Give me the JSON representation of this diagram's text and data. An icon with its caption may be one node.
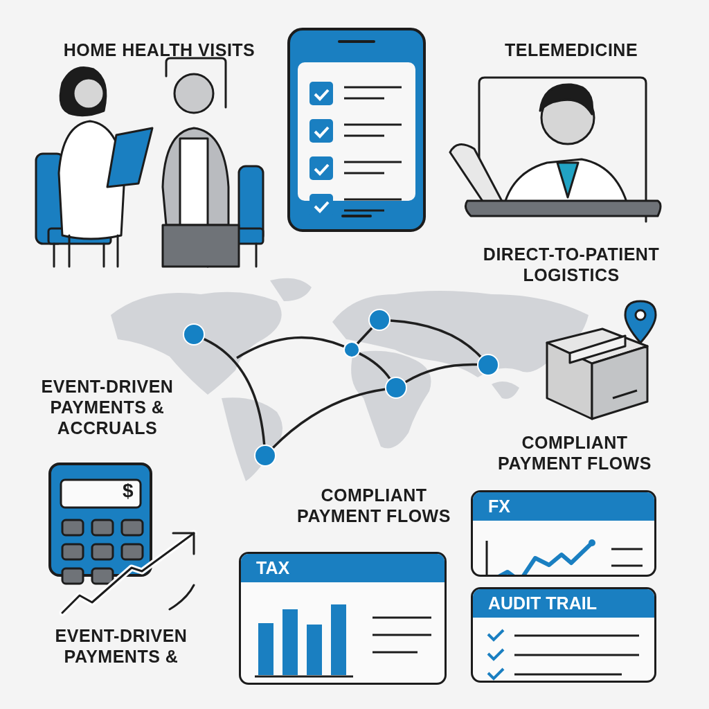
{
  "diagram": {
    "nodes": [
      {
        "text": [],
        "shape": "circle"
      },
      {
        "text": [],
        "shape": "circle"
      },
      {
        "text": [],
        "shape": "circle"
      },
      {
        "text": [],
        "shape": "circle"
      },
      {
        "text": [],
        "shape": "circle"
      },
      {
        "text": [],
        "shape": "circle"
      },
      {
        "text": [
          "FX"
        ]
      },
      {
        "text": [
          "TAX"
        ]
      },
      {
        "text": [
          "AUDIT TRAIL"
        ]
      }
    ],
    "edges": [
      {
        "from": 0,
        "to": 1,
        "arrow": "none"
      },
      {
        "from": null,
        "to": 2,
        "arrow": "none"
      },
      {
        "from": 2,
        "to": 3,
        "arrow": "none"
      },
      {
        "from": 2,
        "to": 4,
        "arrow": "none"
      },
      {
        "from": 3,
        "to": 5,
        "arrow": "none"
      },
      {
        "from": 4,
        "to": 5,
        "arrow": "none"
      },
      {
        "from": 1,
        "to": 4,
        "arrow": "none"
      }
    ],
    "labels": [
      "HOME HEALTH VISITS",
      "TELEMEDICINE",
      "DIRECT-TO-PATIENT LOGISTICS",
      "EVENT-DRIVEN PAYMENTS & ACCRUALS",
      "COMPLIANT PAYMENT FLOWS",
      "$",
      "COMPLIANT PAYMENT FLOWS",
      "EVENT-DRIVEN PAYMENTS &"
    ]
  }
}
